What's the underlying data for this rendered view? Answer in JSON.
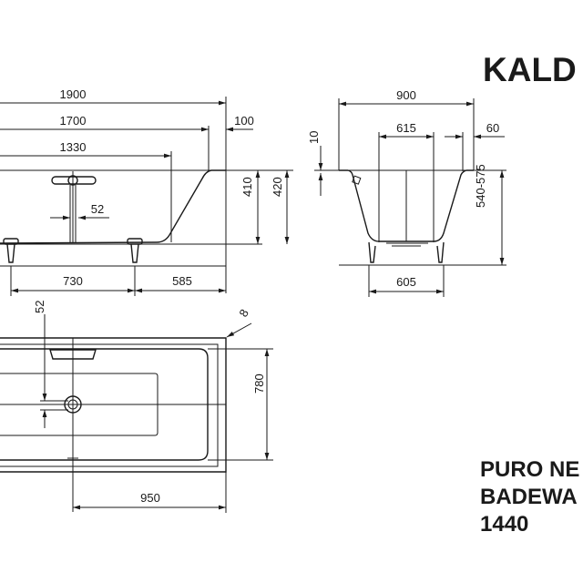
{
  "brand": {
    "logo_text": "KALD"
  },
  "product": {
    "line1": "PURO NE",
    "line2": "BADEWA",
    "line3": "1440"
  },
  "side_view": {
    "length_total": "1900",
    "length_inner": "1700",
    "rim_width": "100",
    "length_floor": "1330",
    "drain_offset": "52",
    "depth_inner": "410",
    "depth_outer": "420",
    "leg_spacing": "730",
    "leg_offset": "585"
  },
  "end_view": {
    "width_total": "900",
    "width_floor": "615",
    "rim": "60",
    "rim_height": "10",
    "height_range": "540-575",
    "leg_spacing": "605"
  },
  "plan_view": {
    "drain_offset": "52",
    "corner": "8",
    "inner_width": "780",
    "drain_to_end": "950"
  }
}
